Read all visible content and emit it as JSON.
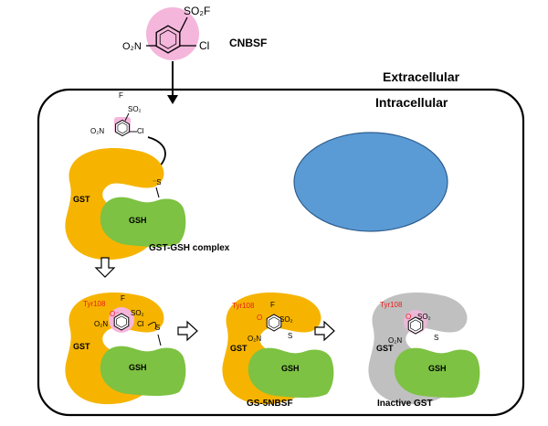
{
  "compartments": {
    "outside": "Extracellular",
    "inside": "Intracellular"
  },
  "compounds": {
    "cnbsf": {
      "name": "CNBSF",
      "sulfonyl_label": "SO₂F",
      "nitro_label": "O₂N",
      "chloro_label": "Cl"
    },
    "small": {
      "f": "F",
      "so2": "SO₂",
      "nitro": "O₂N",
      "cl": "Cl"
    }
  },
  "proteins": {
    "gst": "GST",
    "gsh": "GSH",
    "thiolate": "⁻S",
    "sulfur": "S",
    "tyrosine": "Tyr108",
    "phenolate": "O⁻",
    "oxygen": "O"
  },
  "stages": {
    "complex": "GST-GSH complex",
    "adduct": "GS-5NBSF",
    "inactive": "Inactive GST"
  },
  "colors": {
    "gst_active": "#f6b400",
    "gst_inactive": "#c0c0c0",
    "gsh": "#7dc242",
    "nucleus": "#5b9bd5",
    "nucleus_edge": "#2f5f8f",
    "highlight": "#f5b6dc",
    "tyrosine": "#e8201c",
    "line": "#000000"
  }
}
